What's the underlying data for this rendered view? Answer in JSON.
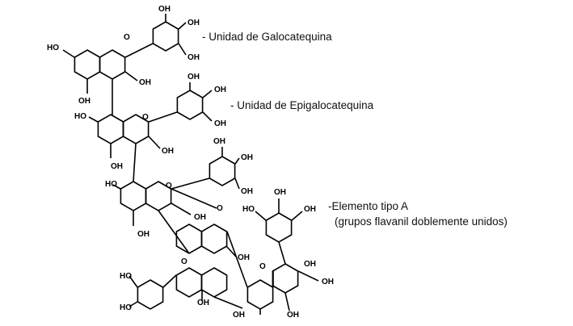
{
  "labels": {
    "galocatequina": "- Unidad de Galocatequina",
    "epigalocatequina": "- Unidad de Epigalocatequina",
    "elemento_a": "-Elemento tipo A",
    "elemento_a_sub": "(grupos flavanil doblemente unidos)"
  },
  "atoms": [
    "OH",
    "OH",
    "OH",
    "HO",
    "O",
    "OH",
    "OH",
    "OH",
    "OH",
    "OH",
    "HO",
    "O",
    "OH",
    "OH",
    "OH",
    "OH",
    "OH",
    "HO",
    "O",
    "OH",
    "O",
    "OH",
    "OH",
    "OH",
    "OH",
    "OH",
    "HO",
    "O",
    "HO",
    "HO",
    "OH",
    "OH",
    "O",
    "OH",
    "OH",
    "OH"
  ],
  "colors": {
    "ink": "#000000",
    "text": "#111111"
  }
}
